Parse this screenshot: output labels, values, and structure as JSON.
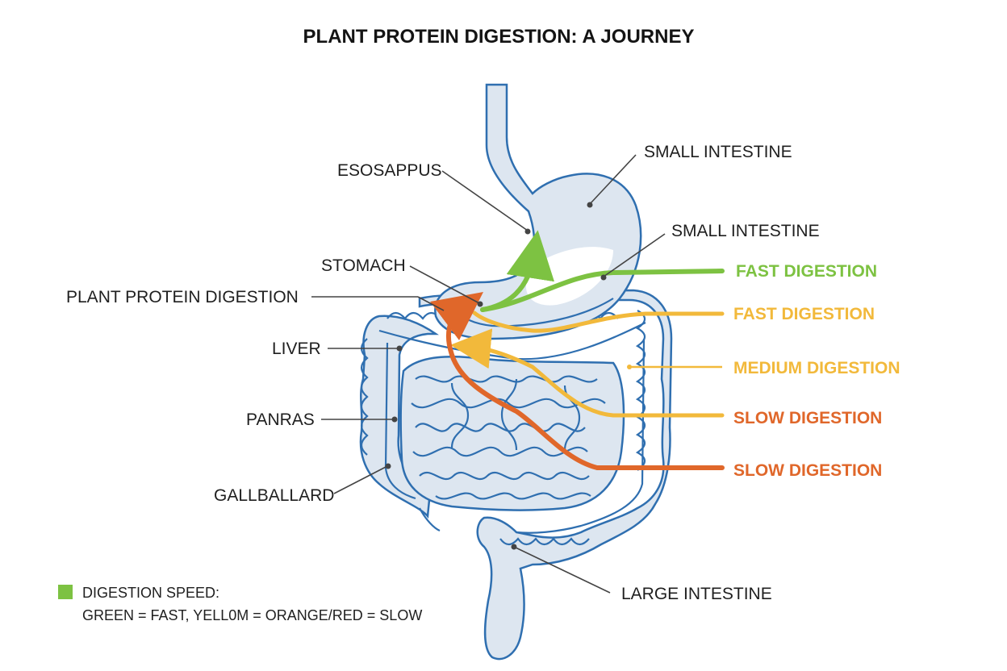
{
  "title": "PLANT PROTEIN DIGESTION: A JOURNEY",
  "labels": {
    "esophagus": "ESOSAPPUS",
    "small_intestine_top": "SMALL INTESTINE",
    "small_intestine_mid": "SMALL INTESTINE",
    "stomach": "STOMACH",
    "plant_protein": "PLANT PROTEIN DIGESTION",
    "liver": "LIVER",
    "pancreas": "PANRAS",
    "gallbladder": "GALLBALLARD",
    "large_intestine": "LARGE INTESTINE"
  },
  "routes": [
    {
      "label": "FAST DIGESTION",
      "color": "#7dc242"
    },
    {
      "label": "FAST DIGESTION",
      "color": "#f2b93b"
    },
    {
      "label": "MEDIUM DIGESTION",
      "color": "#f2b93b"
    },
    {
      "label": "SLOW DIGESTION",
      "color": "#e0672a"
    },
    {
      "label": "SLOW DIGESTION",
      "color": "#e0672a"
    }
  ],
  "legend": {
    "swatch_color": "#7dc242",
    "heading": "DIGESTION SPEED:",
    "text": "GREEN = FAST, YELL0M = ORANGE/RED = SLOW"
  },
  "colors": {
    "organ_fill": "#dde6f0",
    "organ_stroke": "#2f6fb0"
  }
}
